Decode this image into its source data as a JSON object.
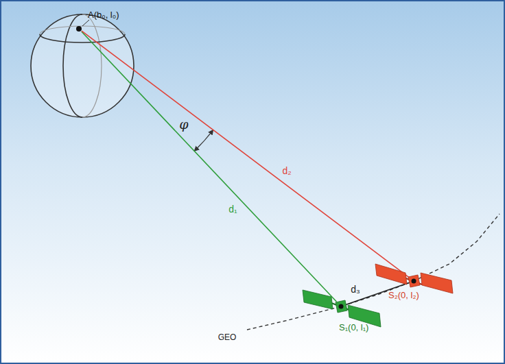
{
  "diagram": {
    "nodes": [
      {
        "text": [
          "A(b₀, l₀)"
        ]
      },
      {
        "text": [
          "S₁(0, l₁)"
        ]
      },
      {
        "text": [
          "S₂(0, l₂)"
        ]
      }
    ],
    "edges": [
      {
        "from": 0,
        "to": 1,
        "arrow": "none",
        "label": "d₁"
      },
      {
        "from": 0,
        "to": 2,
        "arrow": "none",
        "label": "d₂"
      },
      {
        "from": 1,
        "to": 2,
        "arrow": "none",
        "label": "d₃"
      }
    ],
    "labels": [
      "φ",
      "GEO"
    ]
  }
}
